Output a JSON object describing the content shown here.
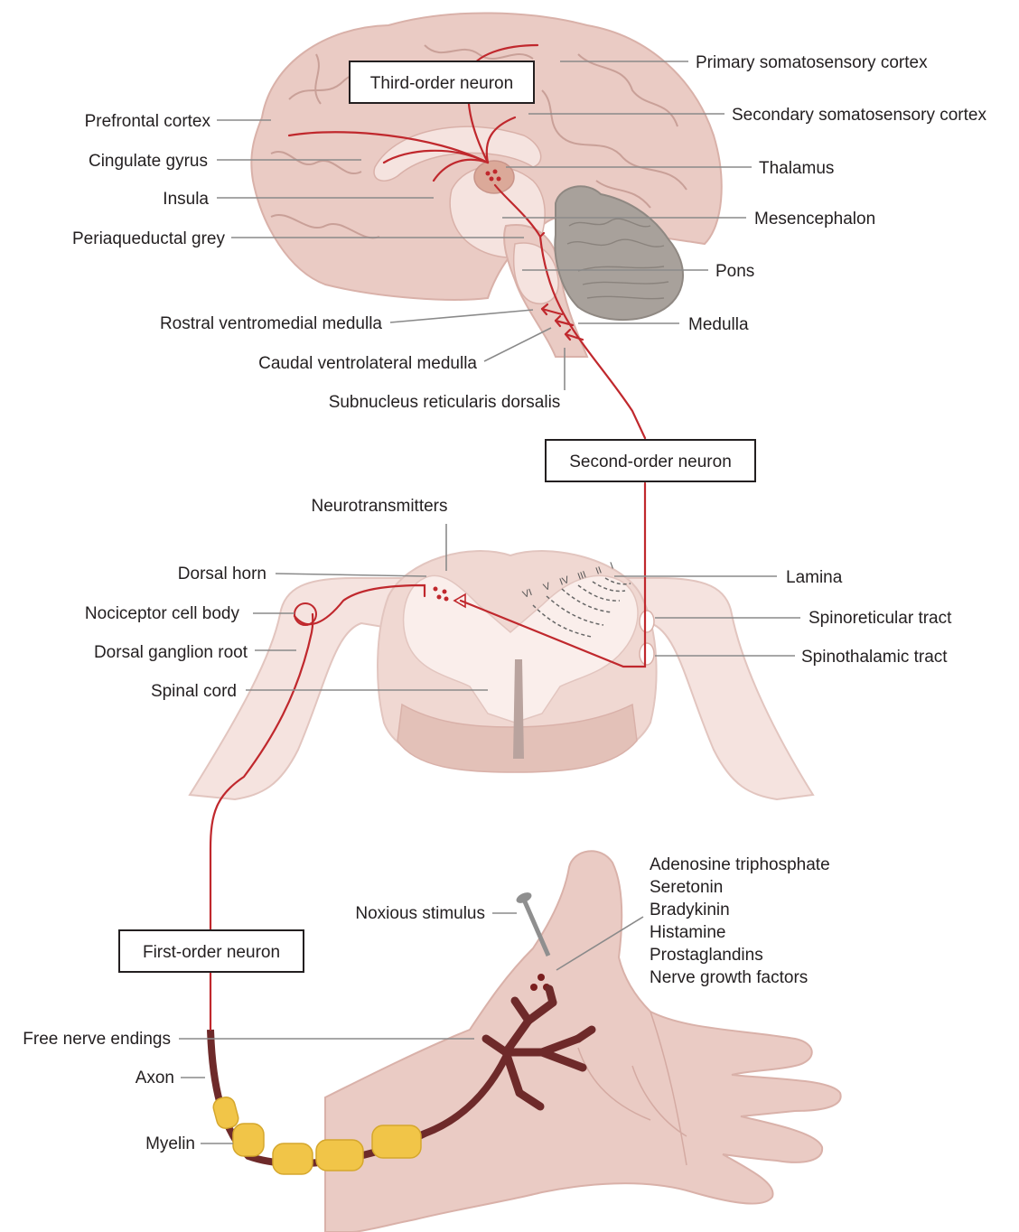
{
  "labels": {
    "primary_somatosensory_cortex": "Primary somatosensory cortex",
    "secondary_somatosensory_cortex": "Secondary somatosensory cortex",
    "thalamus": "Thalamus",
    "mesencephalon": "Mesencephalon",
    "pons": "Pons",
    "medulla": "Medulla",
    "prefrontal_cortex": "Prefrontal cortex",
    "cingulate_gyrus": "Cingulate gyrus",
    "insula": "Insula",
    "periaqueductal_grey": "Periaqueductal grey",
    "rostral_ventromedial_medulla": "Rostral ventromedial medulla",
    "caudal_ventrolateral_medulla": "Caudal ventrolateral medulla",
    "subnucleus_reticularis_dorsalis": "Subnucleus reticularis dorsalis",
    "neurotransmitters": "Neurotransmitters",
    "dorsal_horn": "Dorsal horn",
    "nociceptor_cell_body": "Nociceptor cell body",
    "dorsal_ganglion_root": "Dorsal ganglion root",
    "spinal_cord": "Spinal cord",
    "lamina": "Lamina",
    "spinoreticular_tract": "Spinoreticular tract",
    "spinothalamic_tract": "Spinothalamic tract",
    "noxious_stimulus": "Noxious stimulus",
    "free_nerve_endings": "Free nerve endings",
    "axon": "Axon",
    "myelin": "Myelin"
  },
  "boxes": {
    "third_order": "Third-order neuron",
    "second_order": "Second-order neuron",
    "first_order": "First-order neuron"
  },
  "mediators": [
    "Adenosine triphosphate",
    "Seretonin",
    "Bradykinin",
    "Histamine",
    "Prostaglandins",
    "Nerve growth factors"
  ],
  "laminae": [
    "VI",
    "V",
    "IV",
    "III",
    "II",
    "I"
  ],
  "colors": {
    "tissue": "#eacbc4",
    "tissue_light": "#f5e3df",
    "tissue_outline": "#d9b1a9",
    "cerebellum": "#a8a19b",
    "nerve": "#c0282d",
    "axon": "#6e2a2a",
    "myelin": "#f1c548",
    "leader": "#8a8a8a"
  }
}
